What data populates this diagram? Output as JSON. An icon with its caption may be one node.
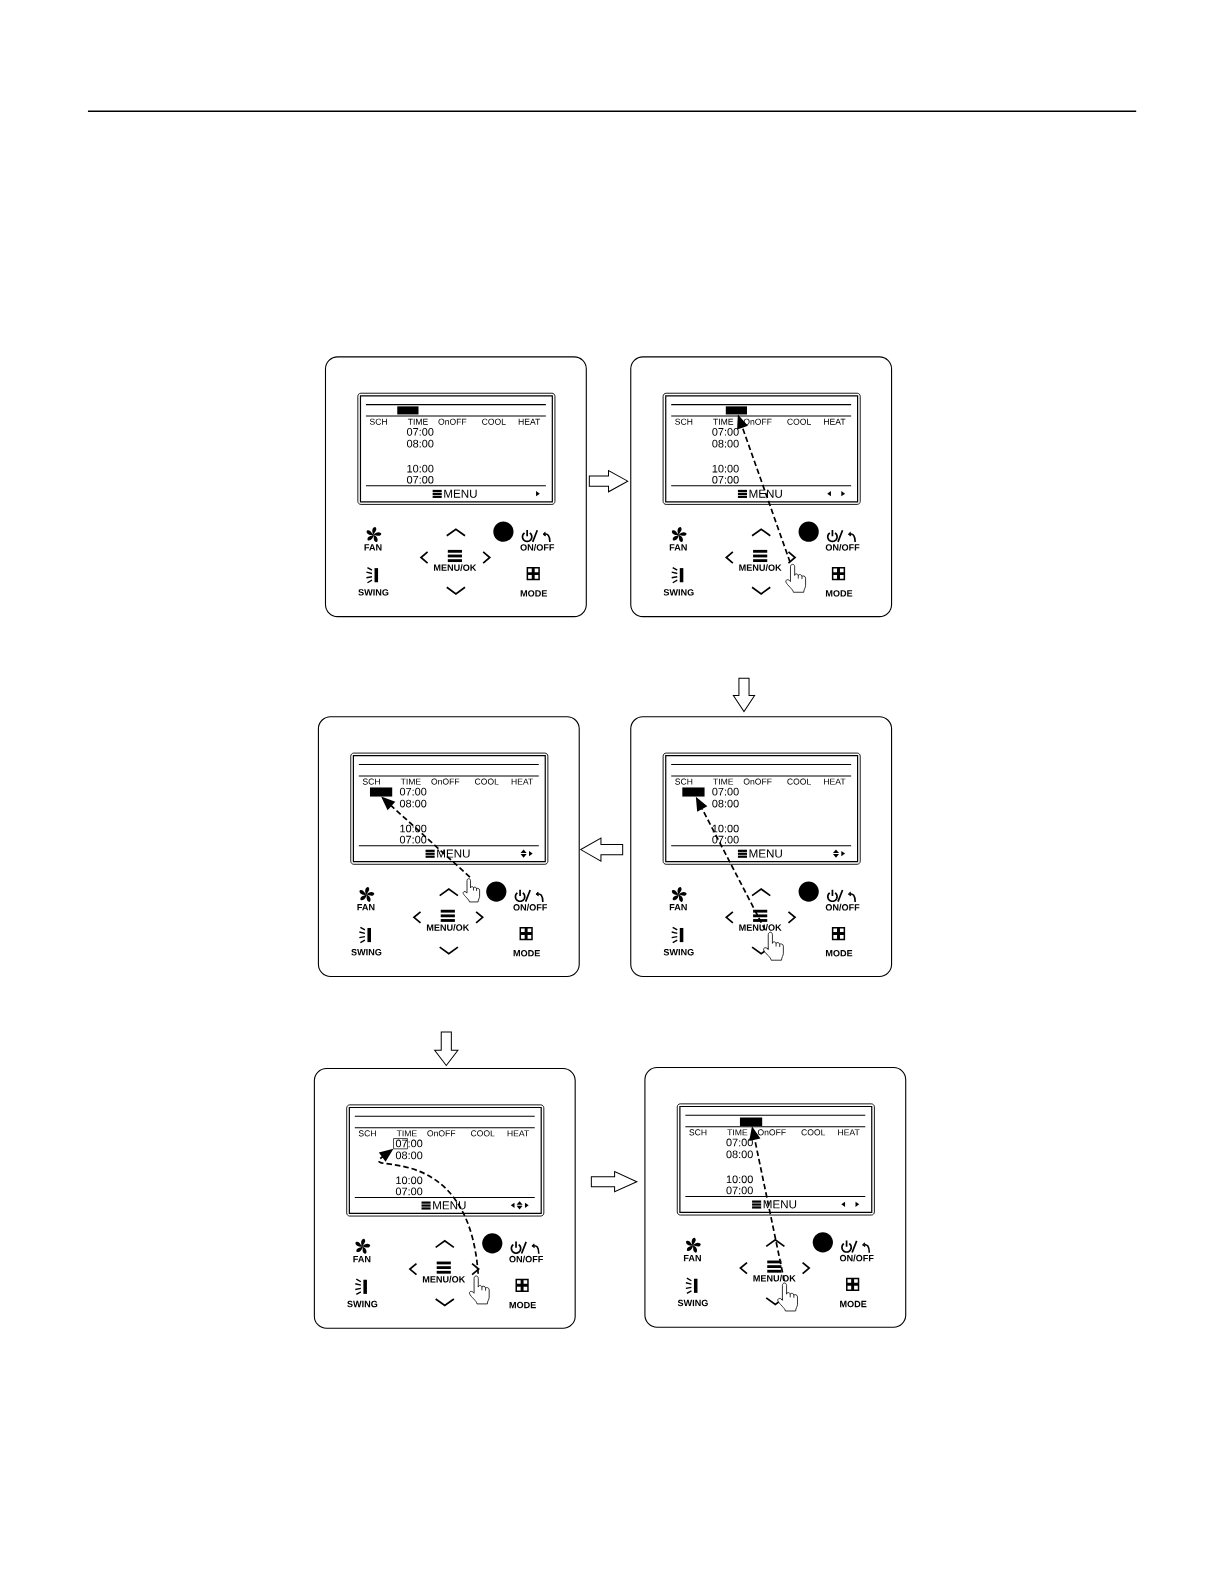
{
  "diagram": {
    "nodes": [
      {
        "text": [
          "FAN",
          "ON/OFF",
          "MENU/OK",
          "SWING",
          "MODE"
        ]
      },
      {
        "text": [
          "SCH",
          "TIME",
          "OnOFF",
          "COOL",
          "HEAT",
          "07:00",
          "08:00",
          "10:00",
          "07:00",
          "MENU"
        ],
        "in": 0
      },
      {
        "text": [],
        "shape": "bar",
        "in": 1
      },
      {
        "text": [
          "FAN",
          "ON/OFF",
          "MENU/OK",
          "SWING",
          "MODE"
        ]
      },
      {
        "text": [
          "SCH",
          "TIME",
          "OnOFF",
          "COOL",
          "HEAT",
          "07:00",
          "08:00",
          "10:00",
          "07:00",
          "MENU"
        ],
        "in": 3
      },
      {
        "text": [],
        "shape": "bar",
        "in": 4
      },
      {
        "text": [],
        "shape": "hand",
        "in": 3
      },
      {
        "text": [
          "FAN",
          "ON/OFF",
          "MENU/OK",
          "SWING",
          "MODE"
        ]
      },
      {
        "text": [
          "SCH",
          "TIME",
          "OnOFF",
          "COOL",
          "HEAT",
          "07:00",
          "08:00",
          "10:00",
          "07:00",
          "MENU"
        ],
        "in": 7
      },
      {
        "text": [],
        "shape": "bar",
        "in": 8
      },
      {
        "text": [],
        "shape": "hand",
        "in": 7
      },
      {
        "text": [
          "FAN",
          "ON/OFF",
          "MENU/OK",
          "SWING",
          "MODE"
        ]
      },
      {
        "text": [
          "SCH",
          "TIME",
          "OnOFF",
          "COOL",
          "HEAT",
          "07:00",
          "08:00",
          "10:00",
          "07:00",
          "MENU"
        ],
        "in": 11
      },
      {
        "text": [],
        "shape": "bar",
        "in": 12
      },
      {
        "text": [],
        "shape": "hand",
        "in": 11
      },
      {
        "text": [
          "FAN",
          "ON/OFF",
          "MENU/OK",
          "SWING",
          "MODE"
        ]
      },
      {
        "text": [
          "SCH",
          "TIME",
          "OnOFF",
          "COOL",
          "HEAT",
          "07:00",
          "08:00",
          "10:00",
          "07:00",
          "MENU"
        ],
        "in": 15
      },
      {
        "text": [],
        "shape": "box",
        "in": 16
      },
      {
        "text": [],
        "shape": "hand",
        "in": 15
      },
      {
        "text": [
          "FAN",
          "ON/OFF",
          "MENU/OK",
          "SWING",
          "MODE"
        ]
      },
      {
        "text": [
          "SCH",
          "TIME",
          "OnOFF",
          "COOL",
          "HEAT",
          "07:00",
          "08:00",
          "10:00",
          "07:00",
          "MENU"
        ],
        "in": 19
      },
      {
        "text": [],
        "shape": "bar",
        "in": 20
      },
      {
        "text": [],
        "shape": "hand",
        "in": 19
      }
    ],
    "edges": [
      {
        "from": 0,
        "to": 3,
        "arrow": "to"
      },
      {
        "from": 3,
        "to": 11,
        "arrow": "to"
      },
      {
        "from": 11,
        "to": 7,
        "arrow": "to"
      },
      {
        "from": 7,
        "to": 15,
        "arrow": "to"
      },
      {
        "from": 15,
        "to": 19,
        "arrow": "to"
      },
      {
        "from": 6,
        "to": 5,
        "arrow": "to",
        "style": "dashed"
      },
      {
        "from": 10,
        "to": 9,
        "arrow": "to",
        "style": "dashed"
      },
      {
        "from": 14,
        "to": 13,
        "arrow": "to",
        "style": "dashed"
      },
      {
        "from": 18,
        "to": 17,
        "arrow": "to",
        "style": "dashed"
      },
      {
        "from": 22,
        "to": 21,
        "arrow": "to",
        "style": "dashed"
      }
    ]
  }
}
